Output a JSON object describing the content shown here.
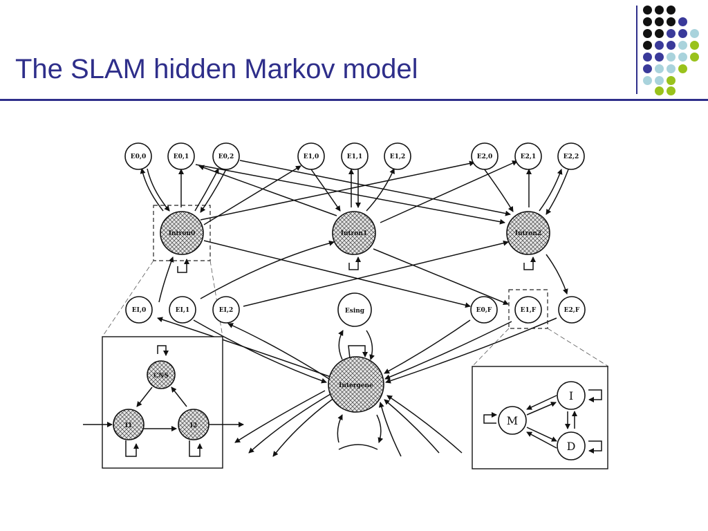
{
  "slide": {
    "title": "The SLAM hidden Markov model",
    "accent_color": "#2e2e8a",
    "dot_colors": [
      "#111111",
      "#3a3a9a",
      "#a9d3dc",
      "#99c21c"
    ]
  },
  "diagram": {
    "top_exons": [
      {
        "id": "e00",
        "label": "E0,0"
      },
      {
        "id": "e01",
        "label": "E0,1"
      },
      {
        "id": "e02",
        "label": "E0,2"
      },
      {
        "id": "e10",
        "label": "E1,0"
      },
      {
        "id": "e11",
        "label": "E1,1"
      },
      {
        "id": "e12",
        "label": "E1,2"
      },
      {
        "id": "e20",
        "label": "E2,0"
      },
      {
        "id": "e21",
        "label": "E2,1"
      },
      {
        "id": "e22",
        "label": "E2,2"
      }
    ],
    "introns": [
      {
        "id": "i0",
        "label": "Intron0"
      },
      {
        "id": "i1",
        "label": "Intron1"
      },
      {
        "id": "i2",
        "label": "Intron2"
      }
    ],
    "bottom_exons": [
      {
        "id": "ei0",
        "label": "EI,0"
      },
      {
        "id": "ei1",
        "label": "EI,1"
      },
      {
        "id": "ei2",
        "label": "EI,2"
      },
      {
        "id": "esing",
        "label": "Esing"
      },
      {
        "id": "e0f",
        "label": "E0,F"
      },
      {
        "id": "e1f",
        "label": "E1,F"
      },
      {
        "id": "e2f",
        "label": "E2,F"
      }
    ],
    "intergene": "Intergene",
    "left_inset": {
      "cns": "CNS",
      "i1": "I1",
      "i2": "I2"
    },
    "right_inset": {
      "m": "M",
      "i": "I",
      "d": "D"
    }
  }
}
